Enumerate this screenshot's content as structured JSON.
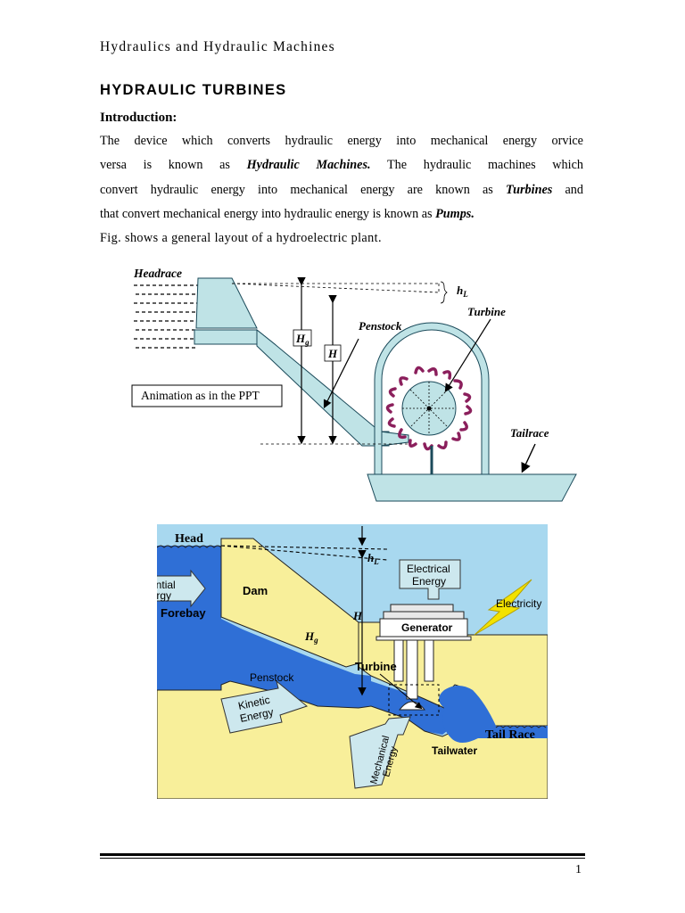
{
  "header": {
    "running_title": "Hydraulics and Hydraulic Machines"
  },
  "section": {
    "title": "HYDRAULIC TURBINES",
    "subtitle": "Introduction:"
  },
  "paragraph": {
    "line1": "The device which converts hydraulic energy into  mechanical  energy orvice",
    "line2_a": "versa is known as ",
    "line2_b": "Hydraulic  Machines.",
    "line2_c": "  The  hydraulic  machines which",
    "line3_a": "convert hydraulic energy into mechanical energy are known as ",
    "line3_b": "Turbines",
    "line3_c": " and",
    "line4_a": "that convert mechanical energy into hydraulic  energy  is known as ",
    "line4_b": "Pumps.",
    "line5": "Fig. shows a general layout of a hydroelectric plant."
  },
  "figure1": {
    "headrace": "Headrace",
    "hl": "h",
    "hl_sub": "L",
    "turbine": "Turbine",
    "penstock": "Penstock",
    "hg": "H",
    "hg_sub": "g",
    "h": "H",
    "tailrace": "Tailrace",
    "note": "Animation as in the PPT"
  },
  "figure2": {
    "head": "Head",
    "hl": "h",
    "hl_sub": "L",
    "electrical_energy_1": "Electrical",
    "electrical_energy_2": "Energy",
    "potential_energy_1": "Potential",
    "potential_energy_2": "Energy",
    "dam": "Dam",
    "electricity": "Electricity",
    "forebay": "Forebay",
    "h": "H",
    "generator": "Generator",
    "hg": "H",
    "hg_sub": "g",
    "turbine": "Turbine",
    "penstock": "Penstock",
    "kinetic_energy_1": "Kinetic",
    "kinetic_energy_2": "Energy",
    "tail_race": "Tail Race",
    "tailwater": "Tailwater",
    "mechanical_energy_1": "Mechanical",
    "mechanical_energy_2": "Energy"
  },
  "colors": {
    "pale_teal": "#bfe3e6",
    "sky": "#a8d8ef",
    "water_blue": "#2f6fd6",
    "sand": "#f8ef9a",
    "bucket": "#8b1f5c"
  },
  "footer": {
    "page_number": "1"
  }
}
